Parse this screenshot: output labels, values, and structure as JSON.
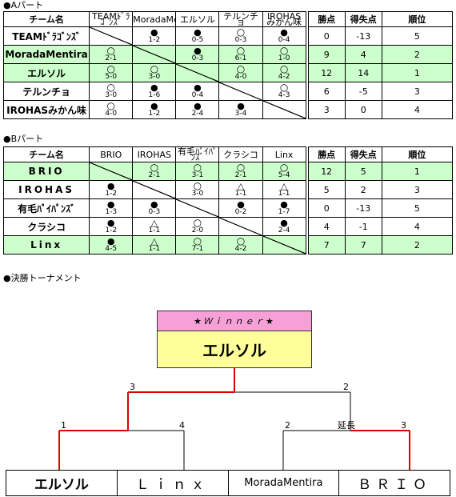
{
  "part_a": {
    "title": "●Aパート",
    "headers": {
      "team": "チーム名",
      "points": "勝点",
      "goal_diff": "得失点",
      "rank": "順位"
    },
    "opponents": [
      "TEAMﾄﾞﾗｺﾞﾝｽﾞ",
      "MoradaMentira",
      "エルソル",
      "テルンチョ",
      "IROHASみかん味"
    ],
    "rows": [
      {
        "team": "TEAMﾄﾞﾗｺﾞﾝｽﾞ",
        "highlight": false,
        "results": [
          null,
          {
            "mark": "●",
            "score": "1-2"
          },
          {
            "mark": "●",
            "score": "0-5"
          },
          {
            "mark": "○",
            "score": "0-3"
          },
          {
            "mark": "●",
            "score": "0-4"
          }
        ],
        "points": "0",
        "goal_diff": "-13",
        "rank": "5"
      },
      {
        "team": "MoradaMentira",
        "highlight": true,
        "results": [
          {
            "mark": "○",
            "score": "2-1"
          },
          null,
          {
            "mark": "●",
            "score": "0-3"
          },
          {
            "mark": "○",
            "score": "6-1"
          },
          {
            "mark": "○",
            "score": "1-0"
          }
        ],
        "points": "9",
        "goal_diff": "4",
        "rank": "2"
      },
      {
        "team": "エルソル",
        "highlight": true,
        "results": [
          {
            "mark": "○",
            "score": "5-0"
          },
          {
            "mark": "○",
            "score": "3-0"
          },
          null,
          {
            "mark": "○",
            "score": "4-0"
          },
          {
            "mark": "○",
            "score": "4-2"
          }
        ],
        "points": "12",
        "goal_diff": "14",
        "rank": "1"
      },
      {
        "team": "テルンチョ",
        "highlight": false,
        "results": [
          {
            "mark": "○",
            "score": "3-0"
          },
          {
            "mark": "●",
            "score": "1-6"
          },
          {
            "mark": "●",
            "score": "0-4"
          },
          null,
          {
            "mark": "○",
            "score": "4-3"
          }
        ],
        "points": "6",
        "goal_diff": "-5",
        "rank": "3"
      },
      {
        "team": "IROHASみかん味",
        "highlight": false,
        "results": [
          {
            "mark": "○",
            "score": "4-0"
          },
          {
            "mark": "●",
            "score": "1-2"
          },
          {
            "mark": "●",
            "score": "2-4"
          },
          {
            "mark": "●",
            "score": "3-4"
          },
          null
        ],
        "points": "3",
        "goal_diff": "0",
        "rank": "4"
      }
    ]
  },
  "part_b": {
    "title": "●Bパート",
    "headers": {
      "team": "チーム名",
      "points": "勝点",
      "goal_diff": "得失点",
      "rank": "順位"
    },
    "opponents": [
      "BRIO",
      "IROHAS",
      "有毛ﾊﾟｲﾊﾟﾝｽﾞ",
      "クラシコ",
      "Linx"
    ],
    "rows": [
      {
        "team": "BRIO",
        "highlight": true,
        "results": [
          null,
          {
            "mark": "○",
            "score": "2-1"
          },
          {
            "mark": "○",
            "score": "3-1"
          },
          {
            "mark": "○",
            "score": "2-1"
          },
          {
            "mark": "○",
            "score": "5-4"
          }
        ],
        "points": "12",
        "goal_diff": "5",
        "rank": "1"
      },
      {
        "team": "IROHAS",
        "highlight": false,
        "results": [
          {
            "mark": "●",
            "score": "1-2"
          },
          null,
          {
            "mark": "○",
            "score": "3-0"
          },
          {
            "mark": "△",
            "score": "1-1"
          },
          {
            "mark": "△",
            "score": "1-1"
          }
        ],
        "points": "5",
        "goal_diff": "2",
        "rank": "3"
      },
      {
        "team": "有毛ﾊﾟｲﾊﾟﾝｽﾞ",
        "highlight": false,
        "results": [
          {
            "mark": "●",
            "score": "1-3"
          },
          {
            "mark": "●",
            "score": "0-3"
          },
          null,
          {
            "mark": "●",
            "score": "0-2"
          },
          {
            "mark": "●",
            "score": "1-7"
          }
        ],
        "points": "0",
        "goal_diff": "-13",
        "rank": "5"
      },
      {
        "team": "クラシコ",
        "highlight": false,
        "results": [
          {
            "mark": "●",
            "score": "1-2"
          },
          {
            "mark": "△",
            "score": "1-1"
          },
          {
            "mark": "○",
            "score": "2-0"
          },
          null,
          {
            "mark": "●",
            "score": "2-4"
          }
        ],
        "points": "4",
        "goal_diff": "-1",
        "rank": "4"
      },
      {
        "team": "Linx",
        "highlight": true,
        "results": [
          {
            "mark": "●",
            "score": "4-5"
          },
          {
            "mark": "△",
            "score": "1-1"
          },
          {
            "mark": "○",
            "score": "7-1"
          },
          {
            "mark": "○",
            "score": "4-2"
          },
          null
        ],
        "points": "7",
        "goal_diff": "7",
        "rank": "2"
      }
    ]
  },
  "tournament": {
    "title": "●決勝トーナメント",
    "winner_label": "★Ｗｉｎｎｅｒ★",
    "winner_name": "エルソル",
    "final_scores": {
      "left": "3",
      "right": "2"
    },
    "semi_left_scores": {
      "left": "1",
      "right": "4"
    },
    "semi_right_scores": {
      "left": "2",
      "right": "3"
    },
    "semi_right_note": "延長",
    "teams": [
      "エルソル",
      "Ｌｉｎｘ",
      "MoradaMentira",
      "ＢＲＩＯ"
    ],
    "colors": {
      "winner_path": "#e00000",
      "line": "#000000"
    }
  }
}
